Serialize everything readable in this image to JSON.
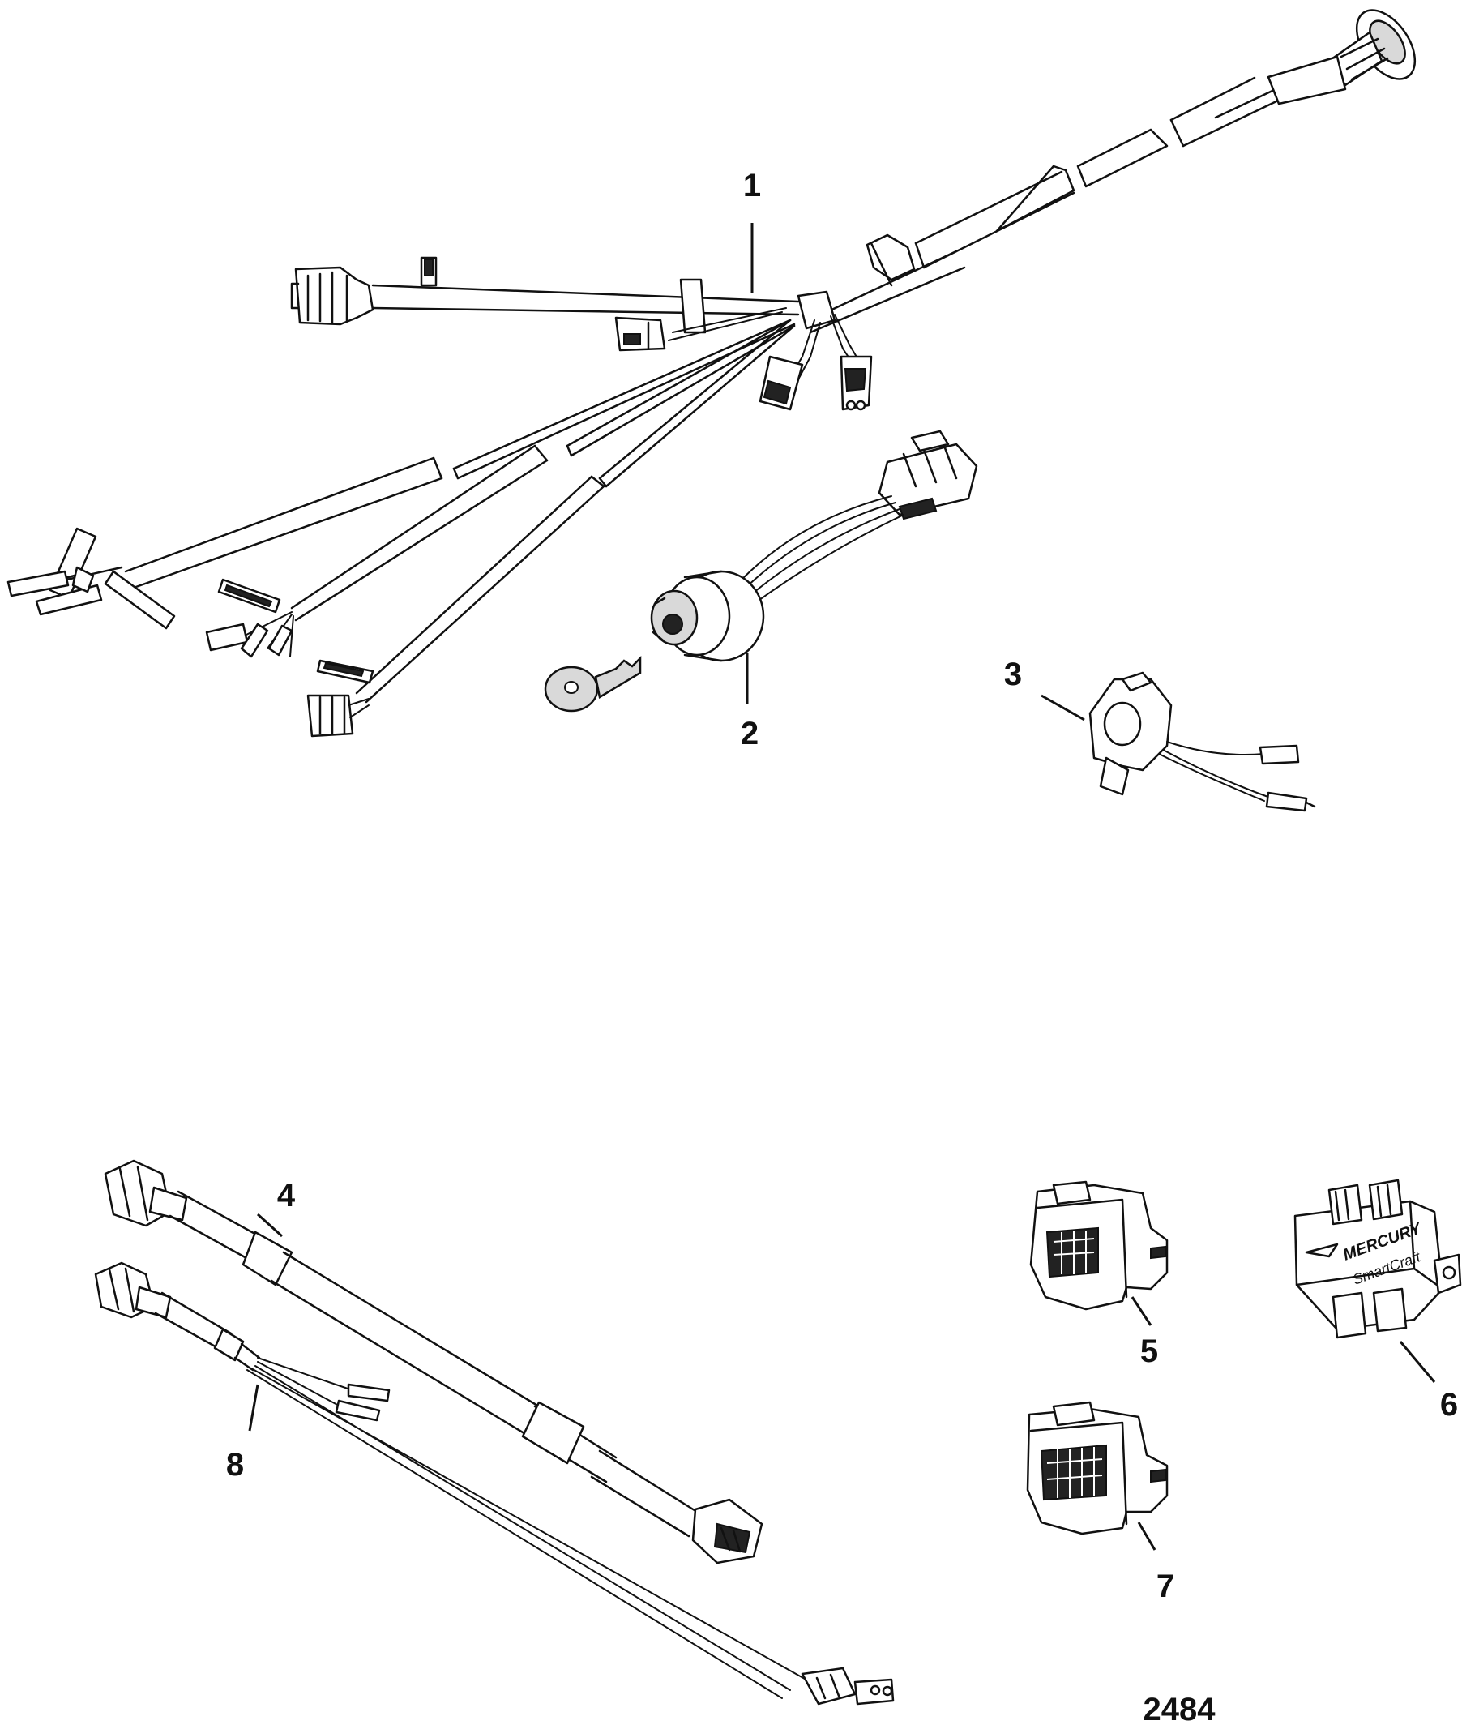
{
  "figure_number": "2484",
  "callouts": [
    {
      "id": "1",
      "label": "1"
    },
    {
      "id": "2",
      "label": "2"
    },
    {
      "id": "3",
      "label": "3"
    },
    {
      "id": "4",
      "label": "4"
    },
    {
      "id": "5",
      "label": "5"
    },
    {
      "id": "6",
      "label": "6"
    },
    {
      "id": "7",
      "label": "7"
    },
    {
      "id": "8",
      "label": "8"
    }
  ],
  "module_branding": {
    "brand": "MERCURY",
    "product": "SmartCraft"
  },
  "parts": [
    {
      "callout": "1",
      "icon": "main-wiring-harness-icon"
    },
    {
      "callout": "2",
      "icon": "ignition-key-switch-icon"
    },
    {
      "callout": "3",
      "icon": "lanyard-stop-switch-icon"
    },
    {
      "callout": "4",
      "icon": "extension-harness-icon"
    },
    {
      "callout": "5",
      "icon": "connector-plug-icon"
    },
    {
      "callout": "6",
      "icon": "smartcraft-junction-box-icon"
    },
    {
      "callout": "7",
      "icon": "connector-plug-icon"
    },
    {
      "callout": "8",
      "icon": "adapter-harness-icon"
    }
  ]
}
